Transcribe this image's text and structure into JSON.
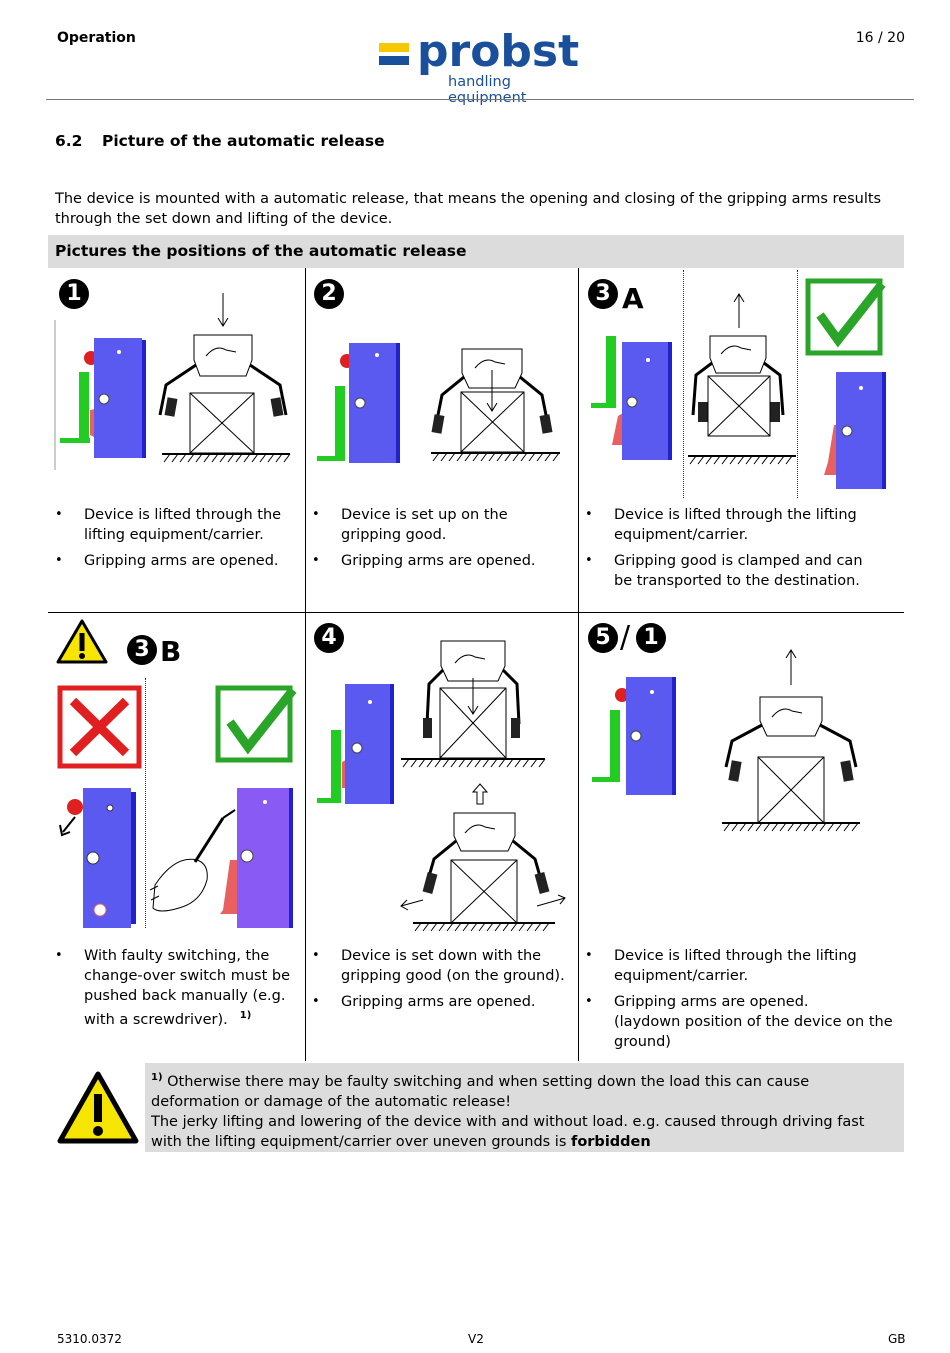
{
  "header": {
    "section": "Operation",
    "page": "16 / 20"
  },
  "logo": {
    "word": "probst",
    "subtitle": "handling equipment"
  },
  "section": {
    "number": "6.2",
    "title": "Picture of the automatic release"
  },
  "intro": "The device is mounted with a automatic release, that means the opening and closing of the gripping arms results through the set down and lifting of the device.",
  "table_header": "Pictures the positions of the automatic release",
  "steps": {
    "s1": {
      "num": "1",
      "bullets": [
        "Device is lifted through the lifting equipment/carrier.",
        "Gripping arms are opened."
      ]
    },
    "s2": {
      "num": "2",
      "bullets": [
        "Device is set up on the gripping good.",
        "Gripping arms are opened."
      ]
    },
    "s3a": {
      "num": "3",
      "suffix": "A",
      "bullets": [
        "Device is lifted through the lifting equipment/carrier.",
        "Gripping good is clamped and can be transported to the destination."
      ]
    },
    "s3b": {
      "num": "3",
      "suffix": "B",
      "bullet1": "With faulty switching, the change-over switch must be pushed back manually (e.g. with a screwdriver).",
      "footnote_mark": "1)"
    },
    "s4": {
      "num": "4",
      "bullets": [
        "Device is set down with the gripping good (on the ground).",
        "Gripping arms are opened."
      ]
    },
    "s5": {
      "num_a": "5",
      "slash": "/",
      "num_b": "1",
      "bullet1": "Device is lifted through the lifting equipment/carrier.",
      "bullet2_line1": "Gripping arms are opened.",
      "bullet2_line2": "(laydown position of the device on the ground)"
    }
  },
  "warning": {
    "footnote_mark": "1)",
    "line1": " Otherwise there may be faulty switching and when setting down the load this can cause deformation or damage of the automatic release!",
    "line2_pre": "The jerky lifting and lowering of the device with and without load. e.g. caused through driving fast with the lifting equipment/carrier over uneven grounds is ",
    "line2_bold": "forbidden"
  },
  "footer": {
    "doc_no": "5310.0372",
    "version": "V2",
    "lang": "GB"
  },
  "colors": {
    "brand_blue": "#1a4f9c",
    "brand_yellow": "#f5c800",
    "device_blue": "#5a5af0",
    "arm_green": "#22cc22",
    "check_green": "#2aa52a",
    "cross_red": "#e02020"
  }
}
